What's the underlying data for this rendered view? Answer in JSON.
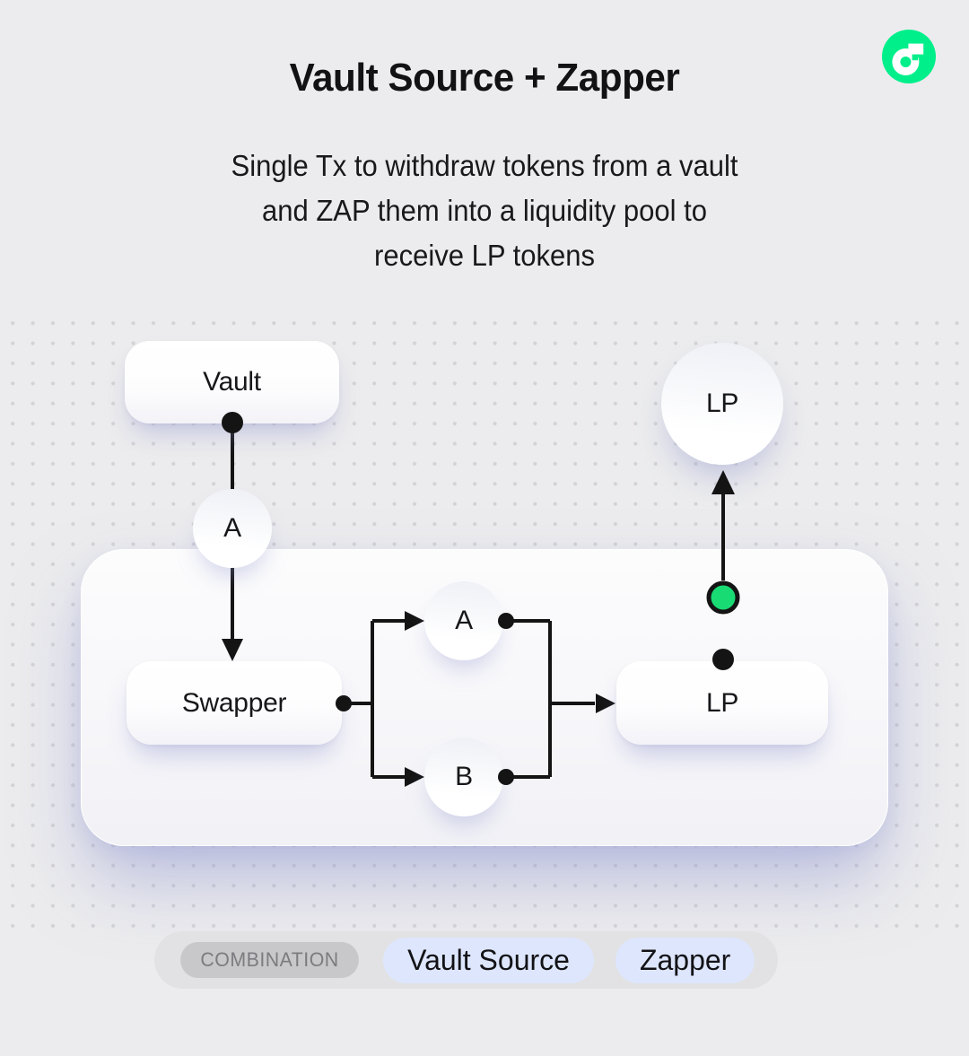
{
  "colors": {
    "background": "#ececee",
    "line": "#141414",
    "accent_green": "#19db74",
    "logo_green": "#00ef8b",
    "badge_blue_bg": "#dde6fd",
    "badge_gray_bg": "#c8c8cb",
    "panel_bg": "#f7f7fa"
  },
  "header": {
    "title": "Vault Source + Zapper",
    "logo_name": "flow-logo"
  },
  "subtitle": {
    "line1": "Single Tx to withdraw tokens from a vault",
    "line2": "and ZAP them into a liquidity pool to",
    "line3": "receive LP tokens"
  },
  "diagram": {
    "vault_box": "Vault",
    "token_a": "A",
    "swapper_box": "Swapper",
    "branch_a": "A",
    "branch_b": "B",
    "lp_box": "LP",
    "lp_out": "LP"
  },
  "footer": {
    "category_badge": "COMBINATION",
    "badge_vault_source": "Vault Source",
    "badge_zapper": "Zapper"
  }
}
